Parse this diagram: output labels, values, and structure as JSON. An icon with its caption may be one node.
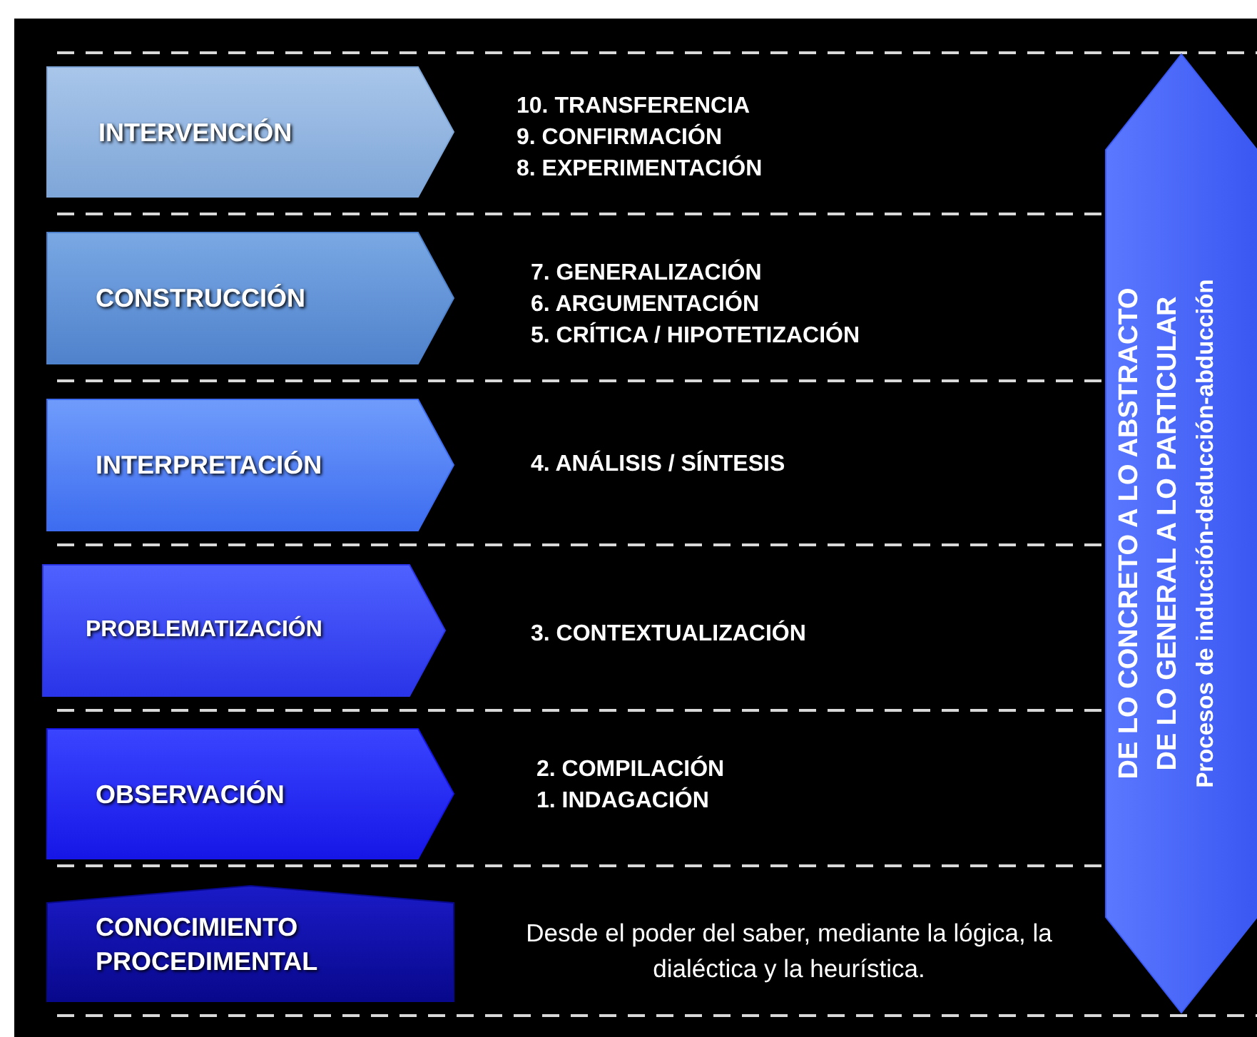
{
  "diagram": {
    "nodes": [
      {
        "text": [
          "INTERVENCIÓN"
        ],
        "beside": [
          "10. TRANSFERENCIA",
          "9. CONFIRMACIÓN",
          "8. EXPERIMENTACIÓN"
        ]
      },
      {
        "text": [
          "CONSTRUCCIÓN"
        ],
        "beside": [
          "7. GENERALIZACIÓN",
          "6. ARGUMENTACIÓN",
          "5. CRÍTICA / HIPOTETIZACIÓN"
        ]
      },
      {
        "text": [
          "INTERPRETACIÓN"
        ],
        "beside": [
          "4. ANÁLISIS / SÍNTESIS"
        ]
      },
      {
        "text": [
          "PROBLEMATIZACIÓN"
        ],
        "beside": [
          "3. CONTEXTUALIZACIÓN"
        ]
      },
      {
        "text": [
          "OBSERVACIÓN"
        ],
        "beside": [
          "2. COMPILACIÓN",
          "1. INDAGACIÓN"
        ]
      },
      {
        "text": [
          "CONOCIMIENTO PROCEDIMENTAL"
        ],
        "beside": [
          "Desde el poder del saber, mediante la lógica, la dialéctica y la heurística."
        ]
      },
      {
        "text": [
          "DE LO CONCRETO A LO ABSTRACTO",
          "DE LO GENERAL A LO PARTICULAR",
          "Procesos de inducción-deducción-abducción"
        ]
      }
    ]
  }
}
